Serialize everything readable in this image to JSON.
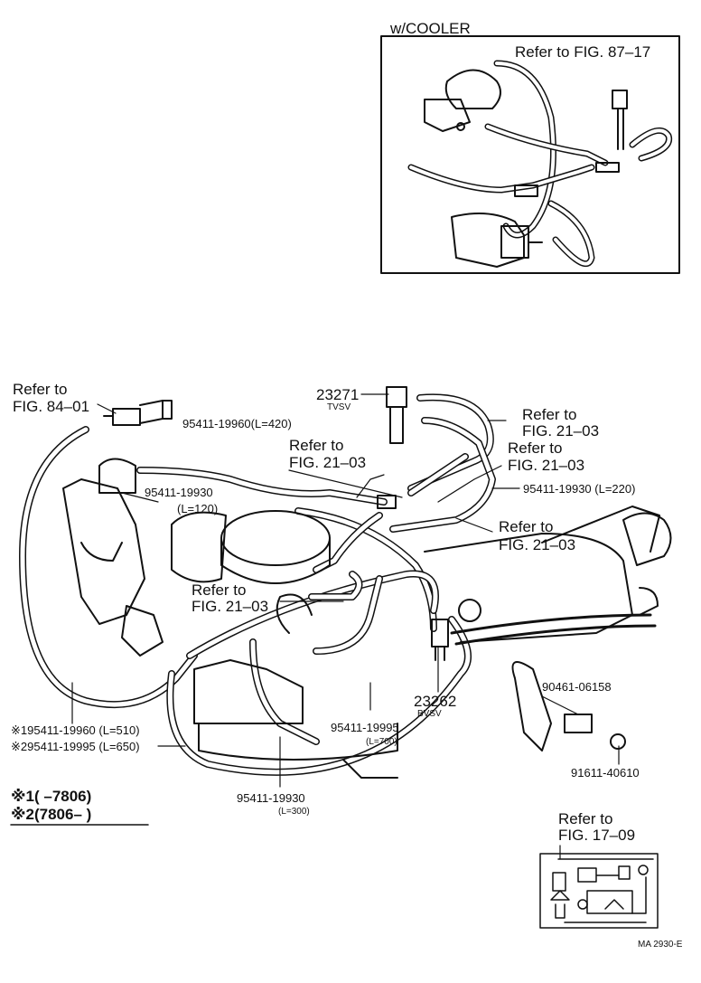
{
  "inset_cooler": {
    "title": "w/COOLER",
    "ref": "Refer to FIG. 87–17"
  },
  "refs": {
    "fig84": [
      "Refer to",
      "FIG. 84–01"
    ],
    "fig21_top_right": [
      "Refer to",
      "FIG. 21–03"
    ],
    "fig21_mid_right": [
      "Refer to",
      "FIG. 21–03"
    ],
    "fig21_center": [
      "Refer to",
      "FIG. 21–03"
    ],
    "fig21_right": [
      "Refer to",
      "FIG. 21–03"
    ],
    "fig21_left": [
      "Refer to",
      "FIG. 21–03"
    ],
    "fig17": [
      "Refer to",
      "FIG. 17–09"
    ]
  },
  "parts": {
    "p23271": {
      "num": "23271",
      "name": "TVSV"
    },
    "p23262": {
      "num": "23262",
      "name": "BVSV"
    },
    "hose_420": "95411-19960(L=420)",
    "hose_120_num": "95411-19930",
    "hose_120_len": "(L=120)",
    "hose_220": "95411-19930 (L=220)",
    "hose_700_num": "95411-19995",
    "hose_700_len": "(L=700)",
    "hose_300_num": "95411-19930",
    "hose_300_len": "(L=300)",
    "p90461": "90461-06158",
    "p91611": "91611-40610",
    "alt1": "※195411-19960 (L=510)",
    "alt2": "※295411-19995 (L=650)"
  },
  "notes": {
    "n1": "※1(        –7806)",
    "n2": "※2(7806–          )"
  },
  "code": "MA 2930-E"
}
